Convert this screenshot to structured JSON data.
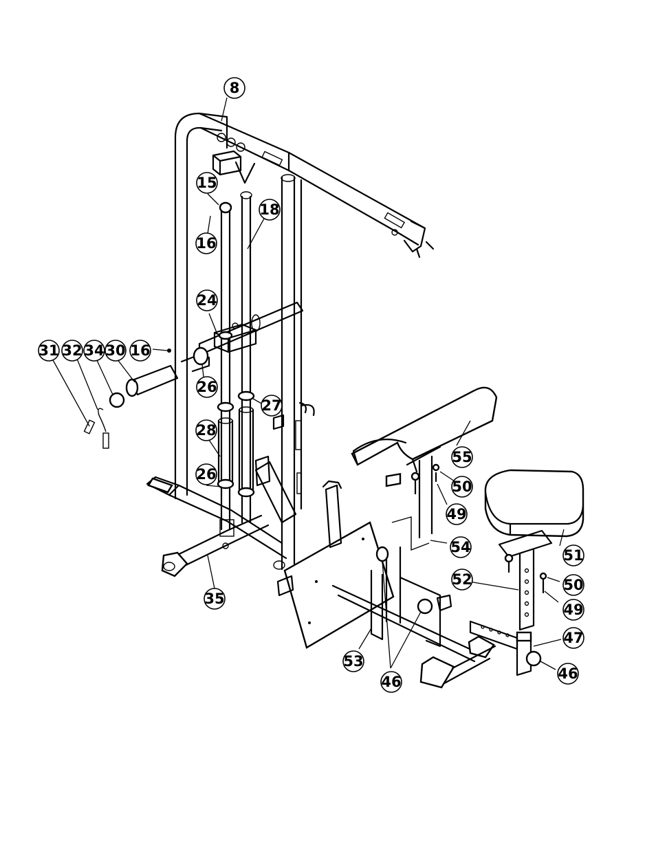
{
  "callouts": [
    {
      "id": "c8",
      "label": "8"
    },
    {
      "id": "c15",
      "label": "15"
    },
    {
      "id": "c16a",
      "label": "16"
    },
    {
      "id": "c18",
      "label": "18"
    },
    {
      "id": "c24",
      "label": "24"
    },
    {
      "id": "c31",
      "label": "31"
    },
    {
      "id": "c32",
      "label": "32"
    },
    {
      "id": "c34",
      "label": "34"
    },
    {
      "id": "c30",
      "label": "30"
    },
    {
      "id": "c16b",
      "label": "16"
    },
    {
      "id": "c26a",
      "label": "26"
    },
    {
      "id": "c27",
      "label": "27"
    },
    {
      "id": "c28",
      "label": "28"
    },
    {
      "id": "c26b",
      "label": "26"
    },
    {
      "id": "c35",
      "label": "35"
    },
    {
      "id": "c55",
      "label": "55"
    },
    {
      "id": "c50a",
      "label": "50"
    },
    {
      "id": "c49a",
      "label": "49"
    },
    {
      "id": "c54",
      "label": "54"
    },
    {
      "id": "c51",
      "label": "51"
    },
    {
      "id": "c52",
      "label": "52"
    },
    {
      "id": "c50b",
      "label": "50"
    },
    {
      "id": "c49b",
      "label": "49"
    },
    {
      "id": "c47",
      "label": "47"
    },
    {
      "id": "c46a",
      "label": "46"
    },
    {
      "id": "c53",
      "label": "53"
    },
    {
      "id": "c46b",
      "label": "46"
    }
  ]
}
